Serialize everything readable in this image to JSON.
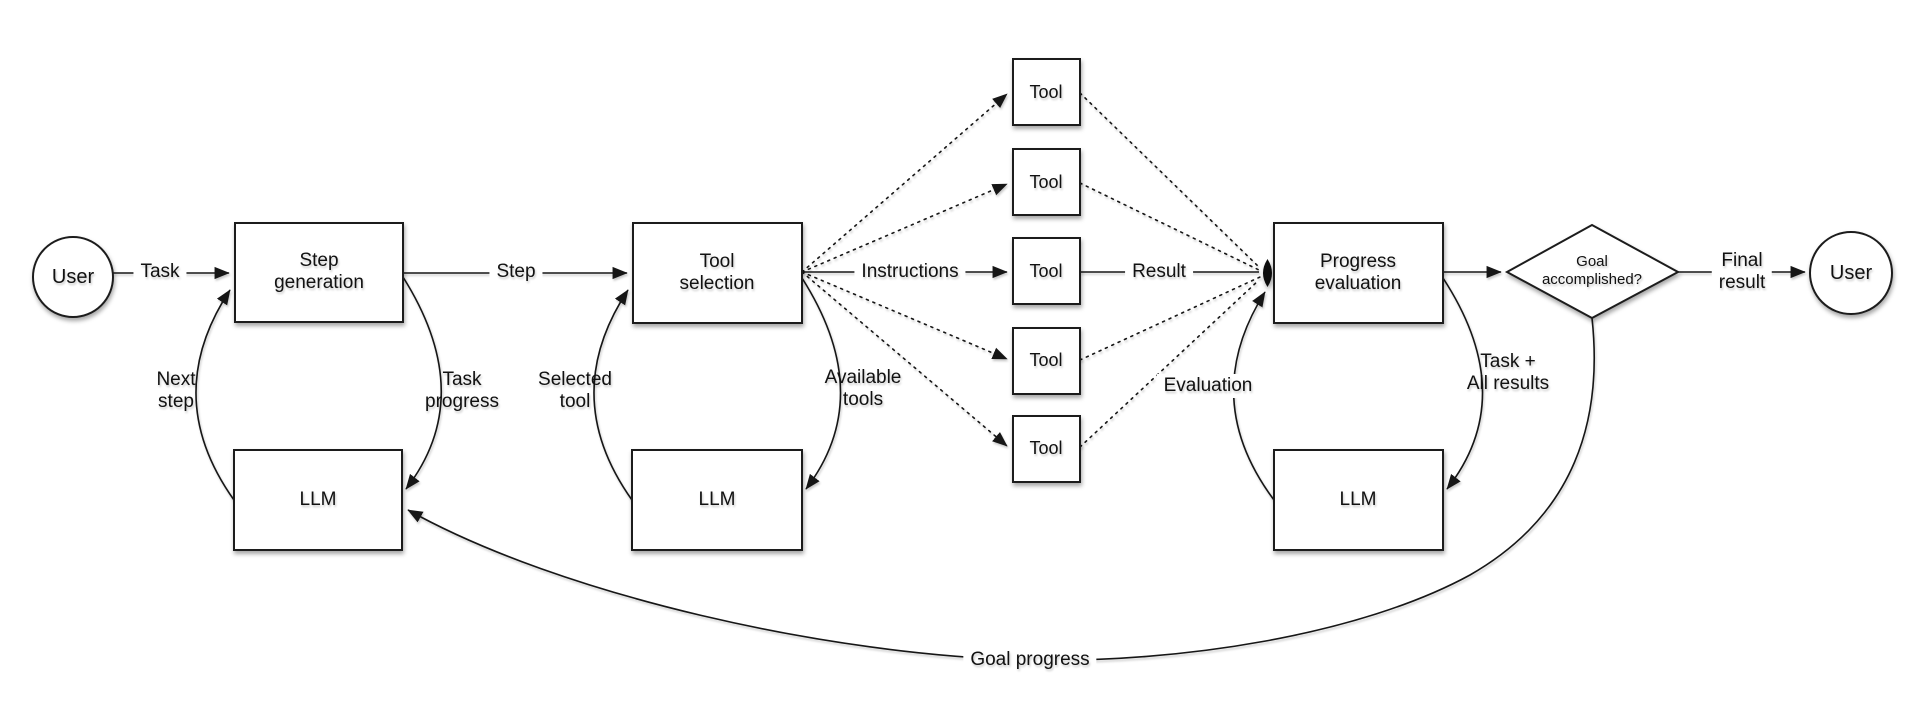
{
  "canvas": {
    "title": "LLM agent loop flow diagram",
    "background_color": "#ffffff",
    "ink_color": "#161616"
  },
  "nodes": {
    "user_left": {
      "label": "User"
    },
    "step_generation": {
      "label": "Step\ngeneration"
    },
    "tool_selection": {
      "label": "Tool\nselection"
    },
    "progress_evaluation": {
      "label": "Progress\nevaluation"
    },
    "llm_step": {
      "label": "LLM"
    },
    "llm_tool": {
      "label": "LLM"
    },
    "llm_progress": {
      "label": "LLM"
    },
    "tools": {
      "labels": [
        "Tool",
        "Tool",
        "Tool",
        "Tool",
        "Tool"
      ]
    },
    "goal_decision": {
      "label": "Goal\naccomplished?"
    },
    "user_right": {
      "label": "User"
    }
  },
  "edges": {
    "task": {
      "label": "Task"
    },
    "step": {
      "label": "Step"
    },
    "instructions": {
      "label": "Instructions"
    },
    "result": {
      "label": "Result"
    },
    "next_step": {
      "label": "Next\nstep"
    },
    "task_progress": {
      "label": "Task\nprogress"
    },
    "selected_tool": {
      "label": "Selected\ntool"
    },
    "available_tools": {
      "label": "Available\ntools"
    },
    "evaluation": {
      "label": "Evaluation"
    },
    "task_all_results": {
      "label": "Task +\nAll results"
    },
    "final_result": {
      "label": "Final\nresult"
    },
    "goal_progress": {
      "label": "Goal progress"
    }
  }
}
